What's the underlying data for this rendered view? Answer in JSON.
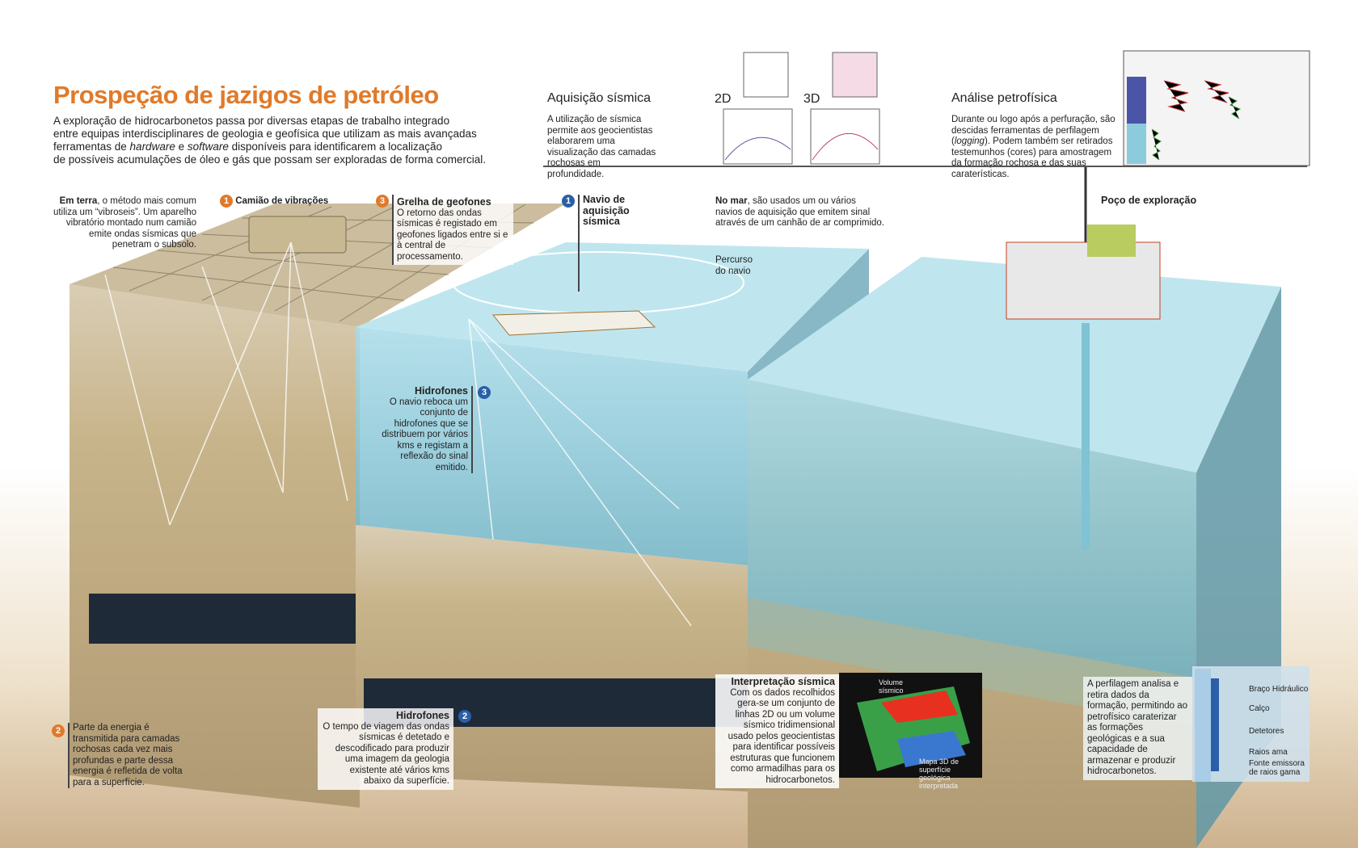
{
  "header": {
    "title": "Prospeção de jazigos de petróleo",
    "intro": [
      "A exploração de hidrocarbonetos passa por  diversas etapas de trabalho integrado",
      "entre equipas interdisciplinares de geologia e geofísica que utilizam as mais avançadas"
    ],
    "intro_l3a": "ferramentas de ",
    "intro_l3b": "hardware",
    "intro_l3c": " e ",
    "intro_l3d": "software",
    "intro_l3e": " disponíveis para identificarem a localização",
    "intro_l4": "de possíveis acumulações de óleo e gás que possam ser exploradas de forma comercial."
  },
  "seismic": {
    "heading": "Aquisição sísmica",
    "text": "A utilização de sísmica permite aos geocientistas elaborarem uma visualização das camadas rochosas em profundidade.",
    "label_2d": "2D",
    "label_3d": "3D"
  },
  "petro": {
    "heading": "Análise petrofísica",
    "text_a": "Durante ou logo após a perfuração, são descidas ferramentas de perfilagem (",
    "text_b": "logging",
    "text_c": "). Podem também ser retirados testemunhos (cores) para amostragem da formação rochosa e das suas caraterísticas."
  },
  "land": {
    "intro_bold": "Em terra",
    "intro_rest": ", o método mais comum utiliza um “vibroseis”. Um aparelho vibratório montado num camião emite ondas sísmicas que penetram o subsolo.",
    "truck": {
      "num": "1",
      "label": "Camião de vibrações"
    },
    "grid": {
      "num": "3",
      "label": "Grelha de geofones",
      "text": "O retorno das ondas sísmicas é registado em geofones ligados entre si e à central de processamento."
    },
    "energy": {
      "num": "2",
      "text": "Parte da energia é transmitida para camadas rochosas cada vez mais profundas e parte dessa energia é refletida de volta para a superfície."
    }
  },
  "sea": {
    "ship": {
      "num": "1",
      "label": "Navio de aquisição sísmica"
    },
    "intro_bold": "No mar",
    "intro_rest": ", são usados um ou vários navios de aquisição que emitem sinal através de um canhão de ar comprimido.",
    "route": "Percurso do navio",
    "hydro3": {
      "num": "3",
      "label": "Hidrofones",
      "text": "O navio reboca um conjunto de hidrofones que se distribuem por vários kms e registam a reflexão do sinal emitido."
    },
    "hydro2": {
      "num": "2",
      "label": "Hidrofones",
      "text": "O tempo de viagem das ondas sísmicas é detetado e descodificado para produzir uma imagem da geologia existente até vários kms abaixo da superfície."
    }
  },
  "interp": {
    "label": "Interpretação sísmica",
    "text": "Com os dados recolhidos gera-se um conjunto de linhas 2D ou um volume sísmico tridimensional usado pelos geocientistas para identificar possíveis estruturas que funcionem como armadilhas para os hidrocarbonetos.",
    "vol_label": "Volume sísmico",
    "map_label": "Mapa 3D de superfície geológica interpretada"
  },
  "well": {
    "label": "Poço de exploração",
    "text": "A perfilagem analisa e retira dados da formação, permitindo ao petrofísico caraterizar as formações geológicas e a sua capacidade de armazenar e produzir hidrocarbonetos.",
    "tool": [
      "Braço Hidráulico",
      "Calço",
      "Detetores",
      "Raios ama",
      "Fonte emissora de raios gama"
    ]
  },
  "colors": {
    "accent": "#e07a2a",
    "badge_blue": "#2a5fa8",
    "water": "#8fcbdc"
  }
}
